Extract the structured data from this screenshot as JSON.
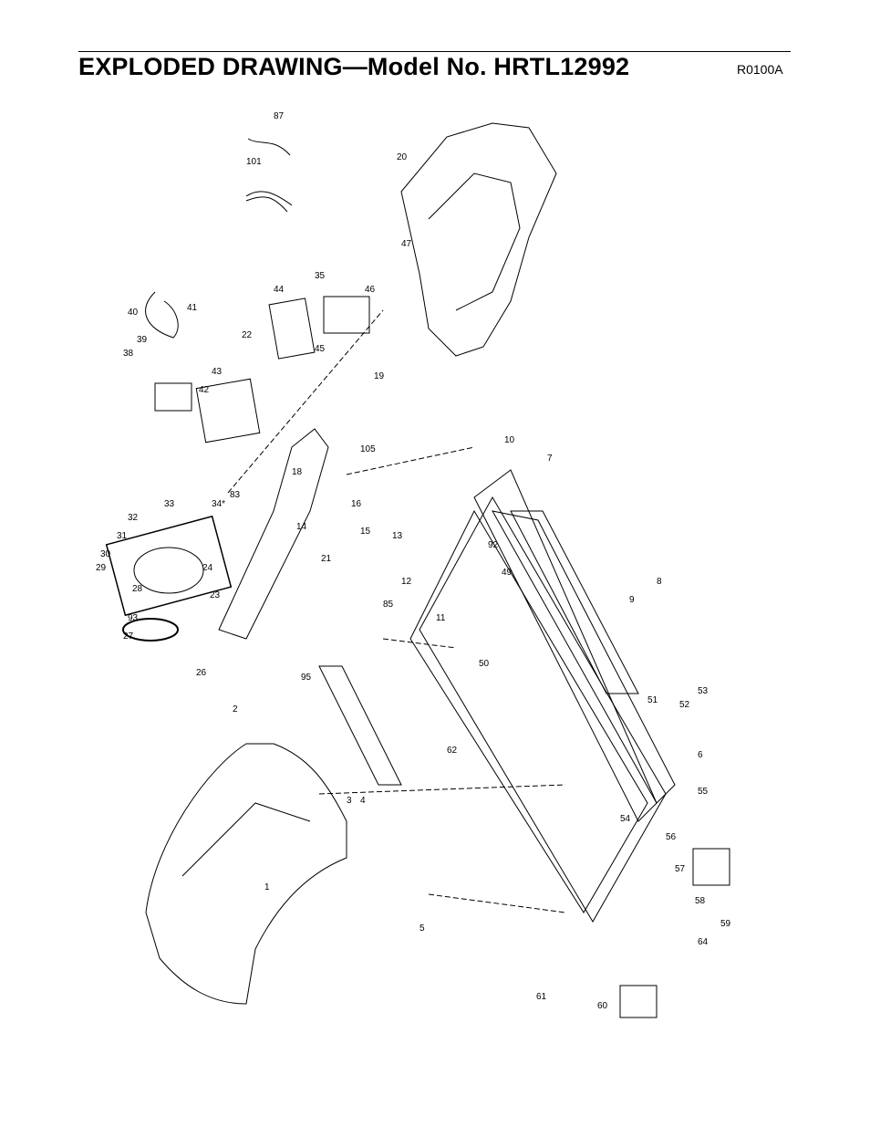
{
  "header": {
    "title": "EXPLODED DRAWING—Model No. HRTL12992",
    "code": "R0100A"
  },
  "labels": [
    "1",
    "2",
    "3",
    "4",
    "5",
    "6",
    "7",
    "8",
    "9",
    "10",
    "11",
    "12",
    "13",
    "14",
    "15",
    "16",
    "18",
    "19",
    "20",
    "21",
    "22",
    "23",
    "24",
    "26",
    "27",
    "28",
    "29",
    "30",
    "31",
    "32",
    "33",
    "34*",
    "35",
    "38",
    "39",
    "40",
    "41",
    "42",
    "43",
    "44",
    "45",
    "46",
    "47",
    "49",
    "50",
    "51",
    "52",
    "53",
    "54",
    "55",
    "56",
    "57",
    "58",
    "59",
    "60",
    "61",
    "62",
    "64",
    "83",
    "85",
    "87",
    "92",
    "93",
    "95",
    "101",
    "105"
  ]
}
